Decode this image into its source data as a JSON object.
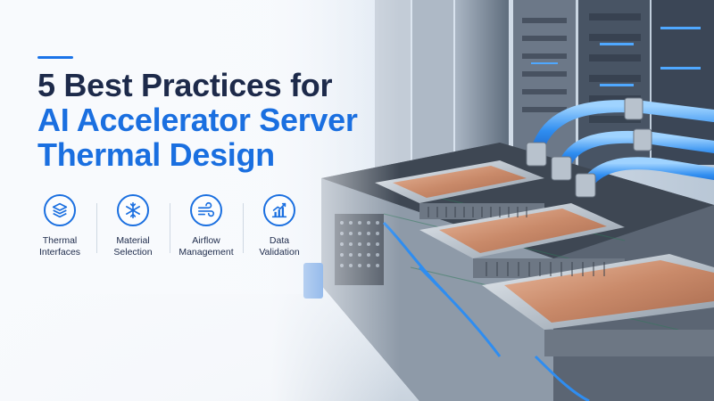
{
  "headline": {
    "line1": "5 Best Practices for",
    "line2": "AI Accelerator Server",
    "line3": "Thermal Design"
  },
  "colors": {
    "accent": "#1a6fe0",
    "dark_text": "#1d2a4a"
  },
  "features": [
    {
      "icon": "layers-icon",
      "line1": "Thermal",
      "line2": "Interfaces"
    },
    {
      "icon": "snowflake-icon",
      "line1": "Material",
      "line2": "Selection"
    },
    {
      "icon": "airflow-icon",
      "line1": "Airflow",
      "line2": "Management"
    },
    {
      "icon": "chart-icon",
      "line1": "Data",
      "line2": "Validation"
    }
  ]
}
